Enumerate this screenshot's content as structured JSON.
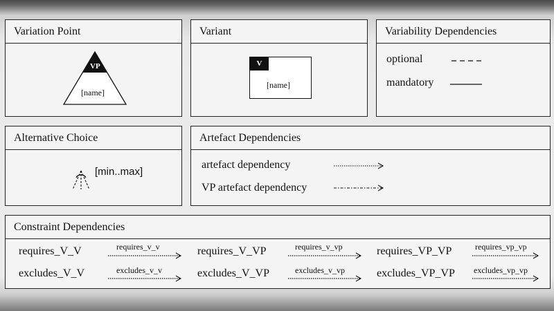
{
  "variation_point": {
    "title": "Variation Point",
    "badge": "VP",
    "name": "[name]"
  },
  "variant": {
    "title": "Variant",
    "badge": "V",
    "name": "[name]"
  },
  "variability_dependencies": {
    "title": "Variability Dependencies",
    "optional": "optional",
    "mandatory": "mandatory"
  },
  "alternative_choice": {
    "title": "Alternative Choice",
    "label": "[min..max]"
  },
  "artefact_dependencies": {
    "title": "Artefact Dependencies",
    "artefact": "artefact dependency",
    "vp_artefact": "VP artefact dependency"
  },
  "constraint_dependencies": {
    "title": "Constraint Dependencies",
    "rows": [
      [
        {
          "name": "requires_V_V",
          "arrow": "requires_v_v"
        },
        {
          "name": "requires_V_VP",
          "arrow": "requires_v_vp"
        },
        {
          "name": "requires_VP_VP",
          "arrow": "requires_vp_vp"
        }
      ],
      [
        {
          "name": "excludes_V_V",
          "arrow": "excludes_v_v"
        },
        {
          "name": "excludes_V_VP",
          "arrow": "excludes_v_vp"
        },
        {
          "name": "excludes_VP_VP",
          "arrow": "excludes_vp_vp"
        }
      ]
    ]
  }
}
